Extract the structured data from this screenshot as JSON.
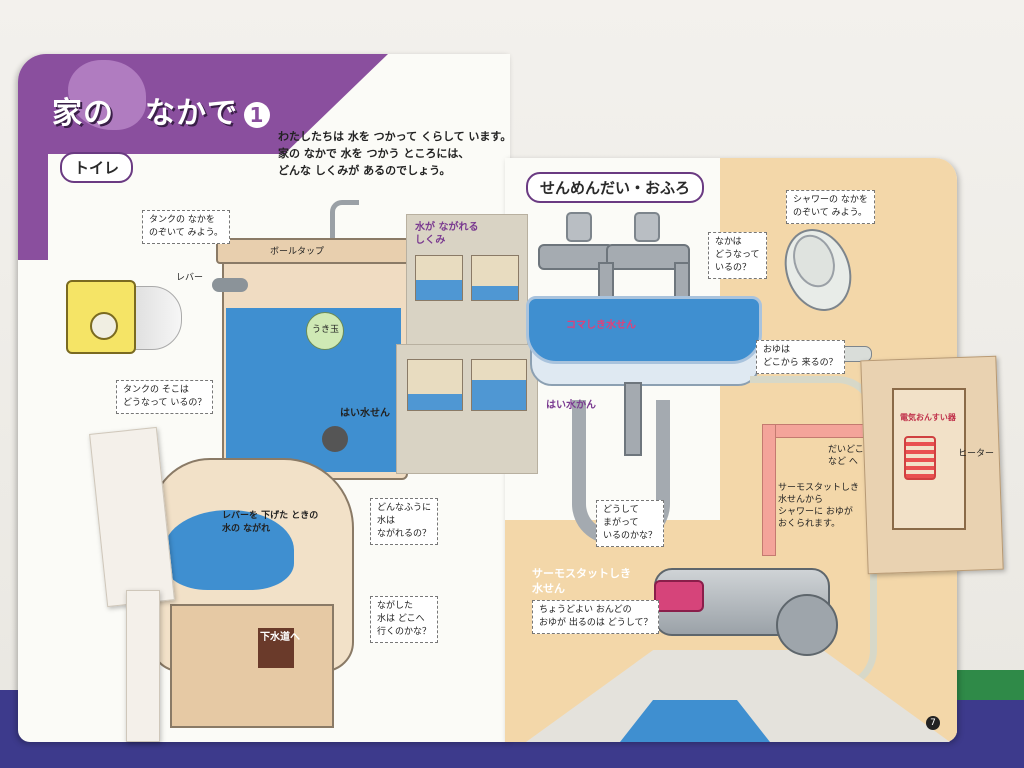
{
  "header": {
    "title": "家の　なかで",
    "number": "1"
  },
  "intro": {
    "lines": [
      "わたしたちは 水を つかって くらして います。",
      "家の なかで 水を つかう ところには、",
      "どんな しくみが あるのでしょう。"
    ]
  },
  "sections": {
    "toilet": "トイレ",
    "sink_bath": "せんめんだい・おふろ"
  },
  "toilet_labels": {
    "tank_look_inside": [
      "タンクの なかを",
      "のぞいて みよう。"
    ],
    "ball_tap": "ボールタップ",
    "lever": "レバー",
    "float_ball": "うき玉",
    "drain_valve": "はい水せん",
    "tank_bottom": [
      "タンクの そこは",
      "どうなって いるの？"
    ],
    "lever_flow": [
      "レバーを 下げた ときの",
      "水の ながれ"
    ],
    "how_flow": [
      "どんなふうに",
      "水は",
      "ながれるの？"
    ],
    "where_go": [
      "ながした",
      "水は どこへ",
      "行くのかな？"
    ],
    "sewer": "下水道へ"
  },
  "mechanism_flap": {
    "title": [
      "水が ながれる",
      "しくみ"
    ]
  },
  "sink_labels": {
    "faucet_inside": [
      "なかは",
      "どうなって",
      "いるの？"
    ],
    "tap_valve": "コマしき水せん",
    "drain_pipe": "はい水かん",
    "why_bent": [
      "どうして",
      "まがって",
      "いるのかな？"
    ]
  },
  "bath_labels": {
    "shower_inside": [
      "シャワーの なかを",
      "のぞいて みよう。"
    ],
    "hot_water_from": [
      "おゆは",
      "どこから 来るの？"
    ],
    "heater_title": "電気おんすい器",
    "heater": "ヒーター",
    "thermostat_note": [
      "サーモスタットしき",
      "水せんから",
      "シャワーに おゆが",
      "おくられます。"
    ],
    "somewhere": [
      "だいどころ",
      "など へ"
    ],
    "thermostat_title": [
      "サーモスタットしき",
      "水せん"
    ],
    "right_temp": [
      "ちょうどよい おんどの",
      "おゆが 出るのは どうして？"
    ]
  },
  "page_number": "7",
  "colors": {
    "header_purple": "#8a4f9e",
    "water_blue": "#3f8fd0",
    "page_tan": "#f3d7a9",
    "accent_pink": "#d6447a"
  }
}
